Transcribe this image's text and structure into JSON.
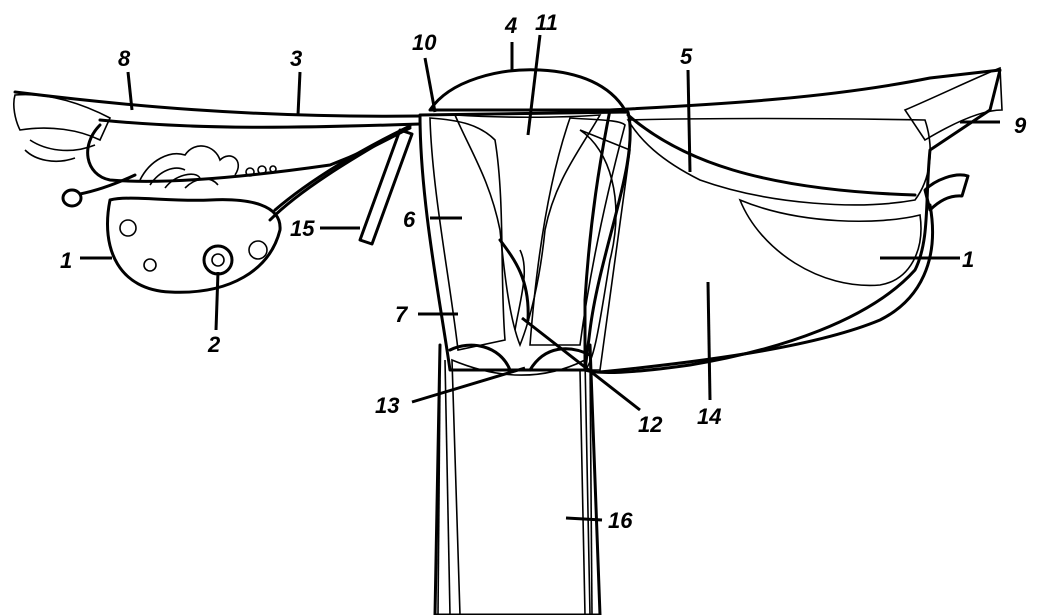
{
  "labels": {
    "l1a": "1",
    "l2": "2",
    "l3": "3",
    "l4": "4",
    "l5": "5",
    "l6": "6",
    "l7": "7",
    "l8": "8",
    "l9": "9",
    "l10": "10",
    "l11": "11",
    "l12": "12",
    "l13": "13",
    "l14": "14",
    "l15": "15",
    "l16": "16",
    "l1b": "1"
  }
}
